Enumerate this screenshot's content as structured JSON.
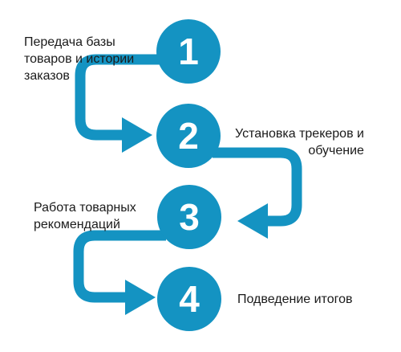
{
  "diagram": {
    "accent_color": "#1493c2",
    "steps": [
      {
        "number": "1",
        "label": "Передача базы\nтоваров и истории\nзаказов"
      },
      {
        "number": "2",
        "label": "Установка трекеров и\nобучение"
      },
      {
        "number": "3",
        "label": "Работа товарных\nрекомендаций"
      },
      {
        "number": "4",
        "label": "Подведение итогов"
      }
    ]
  }
}
